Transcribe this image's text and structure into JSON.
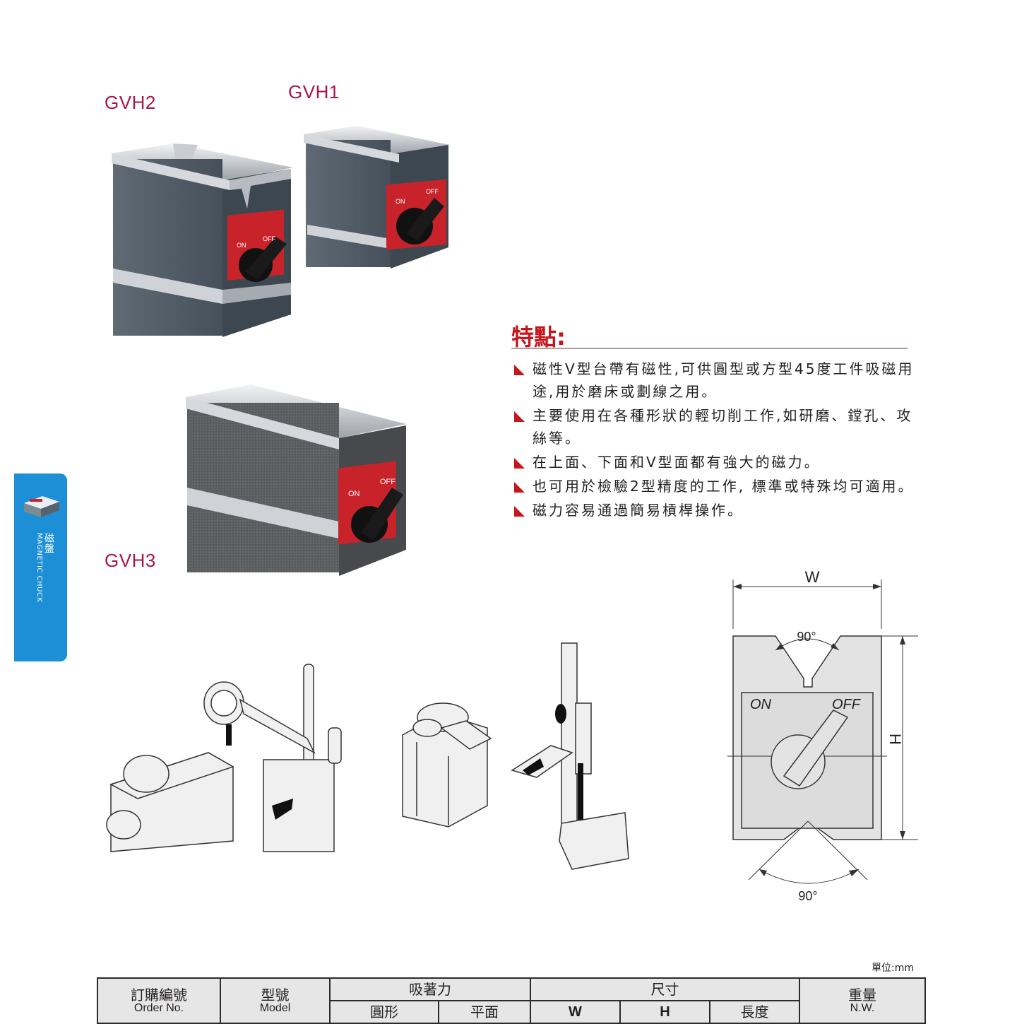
{
  "products": {
    "gvh2": "GVH2",
    "gvh1": "GVH1",
    "gvh3": "GVH3",
    "switch_on": "ON",
    "switch_off": "OFF"
  },
  "side_tab": {
    "title_zh": "磁盤",
    "title_en": "MAGNETIC CHUCK"
  },
  "features": {
    "title": "特點:",
    "items": [
      "磁性V型台帶有磁性,可供圓型或方型45度工件吸磁用途,用於磨床或劃線之用。",
      "主要使用在各種形狀的輕切削工作,如研磨、鏜孔、攻絲等。",
      "在上面、下面和V型面都有強大的磁力。",
      "也可用於檢驗2型精度的工作, 標準或特殊均可適用。",
      "磁力容易通過簡易槓桿操作。"
    ]
  },
  "diagram": {
    "width_label": "W",
    "height_label": "H",
    "angle_top": "90°",
    "angle_bottom": "90°",
    "on_label": "ON",
    "off_label": "OFF"
  },
  "table": {
    "unit": "單位:mm",
    "headers": {
      "order_no": "訂購編號",
      "order_no_en": "Order No.",
      "model": "型號",
      "model_en": "Model",
      "holding_force": "吸著力",
      "round": "圓形",
      "flat": "平面",
      "dimensions": "尺寸",
      "w": "W",
      "h": "H",
      "length": "長度",
      "weight": "重量",
      "weight_en": "N.W."
    }
  },
  "colors": {
    "accent_red": "#c4171d",
    "model_label": "#a8164a",
    "side_tab_blue": "#1c8fd6"
  }
}
